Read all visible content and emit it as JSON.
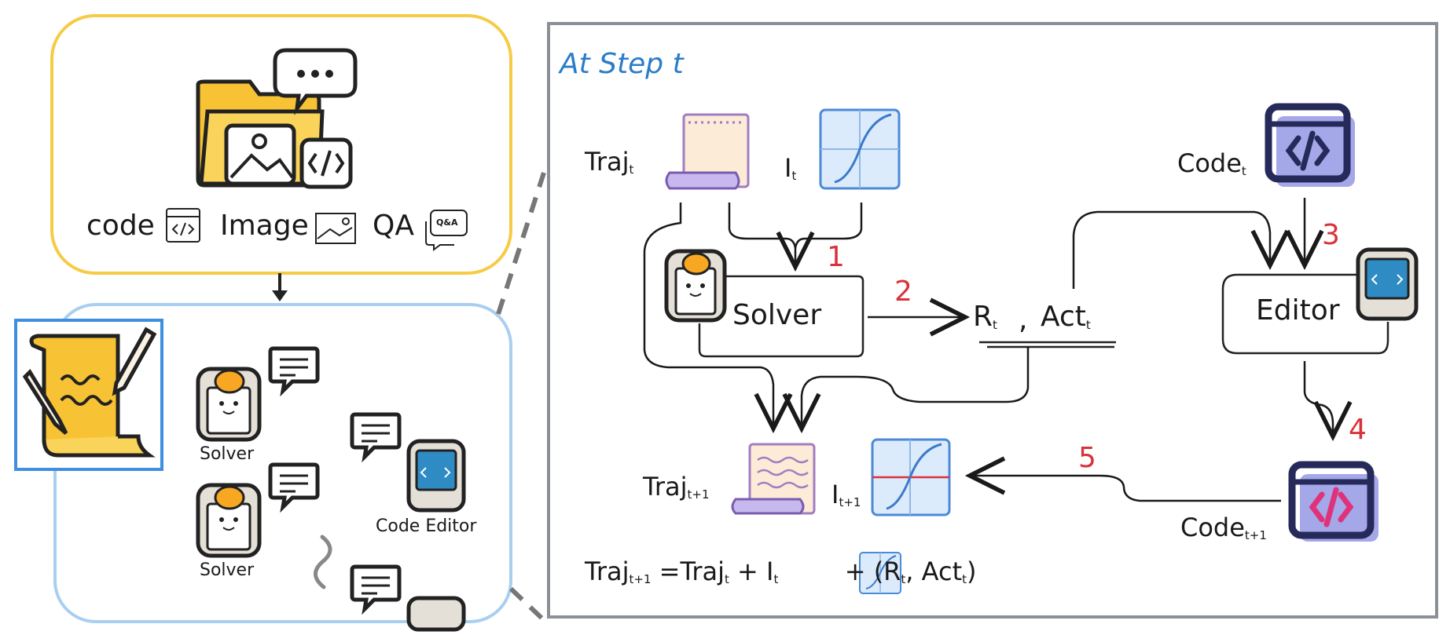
{
  "left": {
    "input_types": {
      "code": "code",
      "image": "Image",
      "qa": "QA",
      "qa_icon_text": "Q&A"
    },
    "agents": {
      "solver_1": "Solver",
      "solver_2": "Solver",
      "editor": "Code Editor"
    }
  },
  "step": {
    "title": "At Step t",
    "traj_t": {
      "main": "Traj",
      "sub": "t"
    },
    "img_t": {
      "main": "I",
      "sub": "t"
    },
    "code_t": {
      "main": "Code",
      "sub": "t"
    },
    "solver": "Solver",
    "editor": "Editor",
    "r_t": {
      "main": "R",
      "sub": "t"
    },
    "sep": ",",
    "act_t": {
      "main": "Act",
      "sub": "t"
    },
    "traj_next": {
      "main": "Traj",
      "sub": "t+1"
    },
    "img_next": {
      "main": "I",
      "sub": "t+1"
    },
    "code_next": {
      "main": "Code",
      "sub": "t+1"
    },
    "steps": [
      "1",
      "2",
      "3",
      "4",
      "5"
    ],
    "formula": {
      "lhs": "Traj",
      "lhs_sub": "t+1",
      "eq": "=Traj",
      "eq_sub": "t",
      "plus1": "+ I",
      "plus1_sub": "t",
      "plus2": "+ (R",
      "plus2_sub": "t",
      "comma": ", Act",
      "comma_sub": "t",
      "close": ")"
    }
  },
  "colors": {
    "yellow_box": "#f6cb45",
    "blue_box": "#a9cff0",
    "gray_frame": "#8a9096",
    "step_red": "#d9323a",
    "title_blue": "#2b7cc9"
  }
}
